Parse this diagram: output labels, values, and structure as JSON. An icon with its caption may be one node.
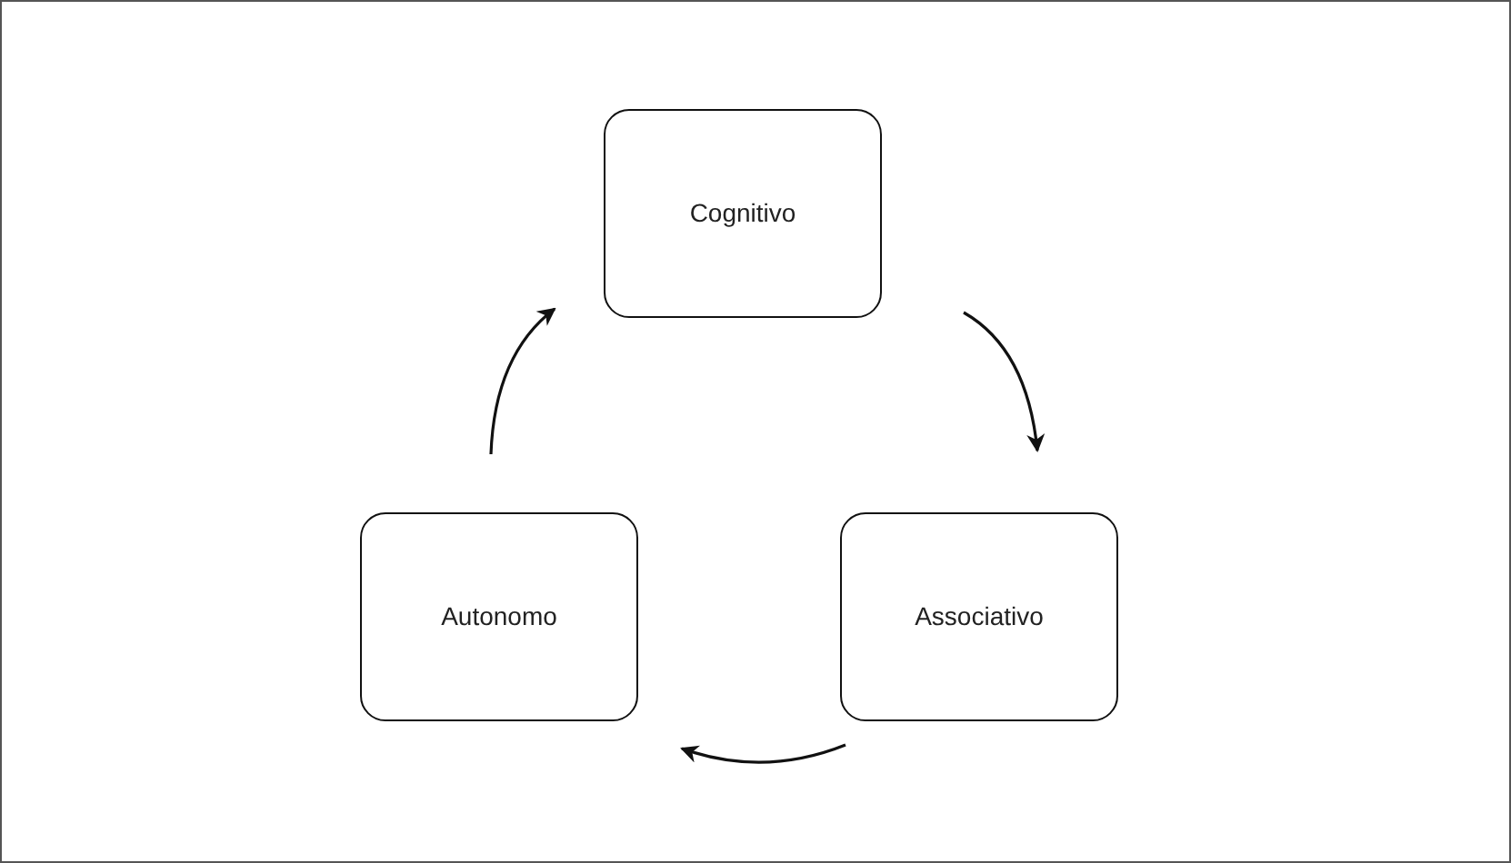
{
  "diagram": {
    "nodes": [
      {
        "text": [
          "Cognitivo"
        ]
      },
      {
        "text": [
          "Associativo"
        ]
      },
      {
        "text": [
          "Autonomo"
        ]
      }
    ],
    "edges": [
      {
        "from": 0,
        "to": 1,
        "arrow": "to"
      },
      {
        "from": 1,
        "to": 2,
        "arrow": "to"
      },
      {
        "from": 2,
        "to": 0,
        "arrow": "to"
      }
    ]
  }
}
